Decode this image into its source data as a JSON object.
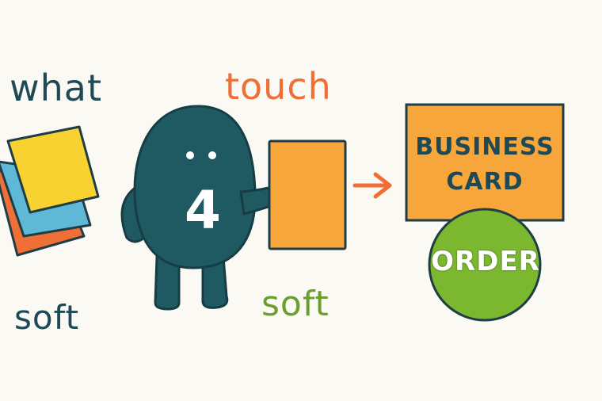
{
  "words": {
    "what": "what",
    "touch": "touch",
    "soft_green": "soft",
    "soft_dark": "soft"
  },
  "character": {
    "number": "4"
  },
  "business_card": {
    "line1": "BUSINESS",
    "line2": "CARD"
  },
  "order_button": {
    "label": "ORDER"
  },
  "colors": {
    "dark_teal": "#1f4a55",
    "orange": "#ef6f36",
    "card_orange": "#f7a63b",
    "yellow": "#f7d230",
    "blue": "#5fb8d6",
    "green": "#7cb82f",
    "background": "#fbf9f3"
  }
}
